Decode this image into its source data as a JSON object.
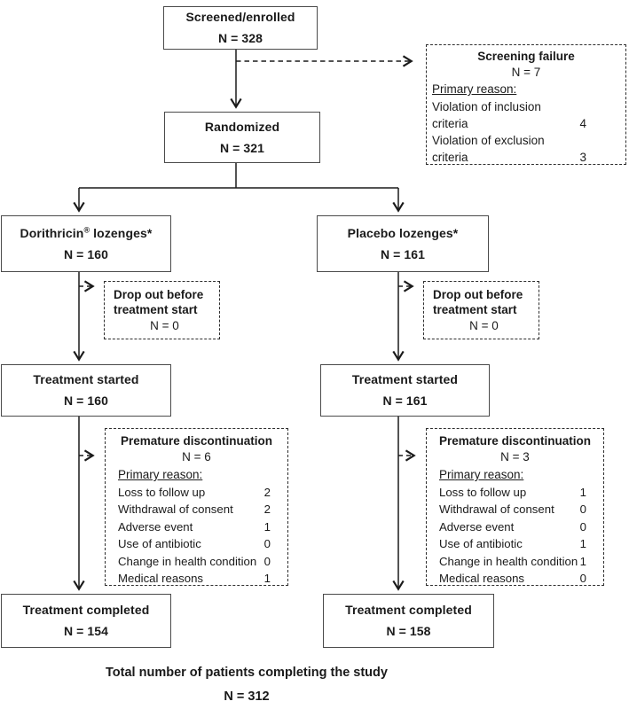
{
  "colors": {
    "background": "#ffffff",
    "line": "#1a1a1a",
    "solid_box_border": "#4a4a4a",
    "dashed_box_border": "#2e2e2e",
    "text": "#1a1a1a"
  },
  "diagram": {
    "screened": {
      "title": "Screened/enrolled",
      "n": "N = 328"
    },
    "screening_failure": {
      "title": "Screening failure",
      "n": "N = 7",
      "reason_heading": "Primary reason:",
      "reasons": [
        {
          "line1": "Violation of inclusion",
          "line2": "criteria",
          "value": "4"
        },
        {
          "line1": "Violation of exclusion",
          "line2": "criteria",
          "value": "3"
        }
      ]
    },
    "randomized": {
      "title": "Randomized",
      "n": "N = 321"
    },
    "arm_left": {
      "brand": "Dorithricin",
      "reg_mark": "®",
      "title_rest": "lozenges*",
      "n": "N = 160"
    },
    "arm_right": {
      "title": "Placebo lozenges*",
      "n": "N = 161"
    },
    "dropout_left": {
      "title_line1": "Drop out before",
      "title_line2": "treatment start",
      "n": "N = 0"
    },
    "dropout_right": {
      "title_line1": "Drop out before",
      "title_line2": "treatment start",
      "n": "N = 0"
    },
    "started_left": {
      "title": "Treatment started",
      "n": "N = 160"
    },
    "started_right": {
      "title": "Treatment started",
      "n": "N = 161"
    },
    "premature_left": {
      "title": "Premature discontinuation",
      "n": "N = 6",
      "reason_heading": "Primary reason:",
      "reasons": [
        {
          "label": "Loss to follow up",
          "value": "2"
        },
        {
          "label": "Withdrawal of consent",
          "value": "2"
        },
        {
          "label": "Adverse event",
          "value": "1"
        },
        {
          "label": "Use of antibiotic",
          "value": "0"
        },
        {
          "label": "Change in health condition",
          "value": "0"
        },
        {
          "label": "Medical reasons",
          "value": "1"
        }
      ]
    },
    "premature_right": {
      "title": "Premature discontinuation",
      "n": "N = 3",
      "reason_heading": "Primary reason:",
      "reasons": [
        {
          "label": "Loss to follow up",
          "value": "1"
        },
        {
          "label": "Withdrawal of consent",
          "value": "0"
        },
        {
          "label": "Adverse event",
          "value": "0"
        },
        {
          "label": "Use of antibiotic",
          "value": "1"
        },
        {
          "label": "Change in health condition",
          "value": "1"
        },
        {
          "label": "Medical reasons",
          "value": "0"
        }
      ]
    },
    "completed_left": {
      "title": "Treatment completed",
      "n": "N = 154"
    },
    "completed_right": {
      "title": "Treatment completed",
      "n": "N = 158"
    },
    "total": {
      "title": "Total number of patients completing the study",
      "n": "N = 312"
    }
  }
}
